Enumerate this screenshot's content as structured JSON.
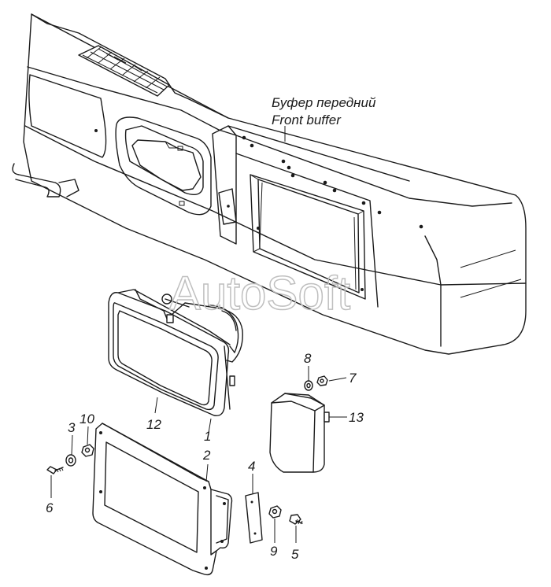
{
  "caption": {
    "line1": "Буфер передний",
    "line2": "Front buffer"
  },
  "watermark": "AutoSoft",
  "callouts": [
    "1",
    "2",
    "3",
    "4",
    "5",
    "6",
    "7",
    "8",
    "9",
    "10",
    "12",
    "13"
  ]
}
